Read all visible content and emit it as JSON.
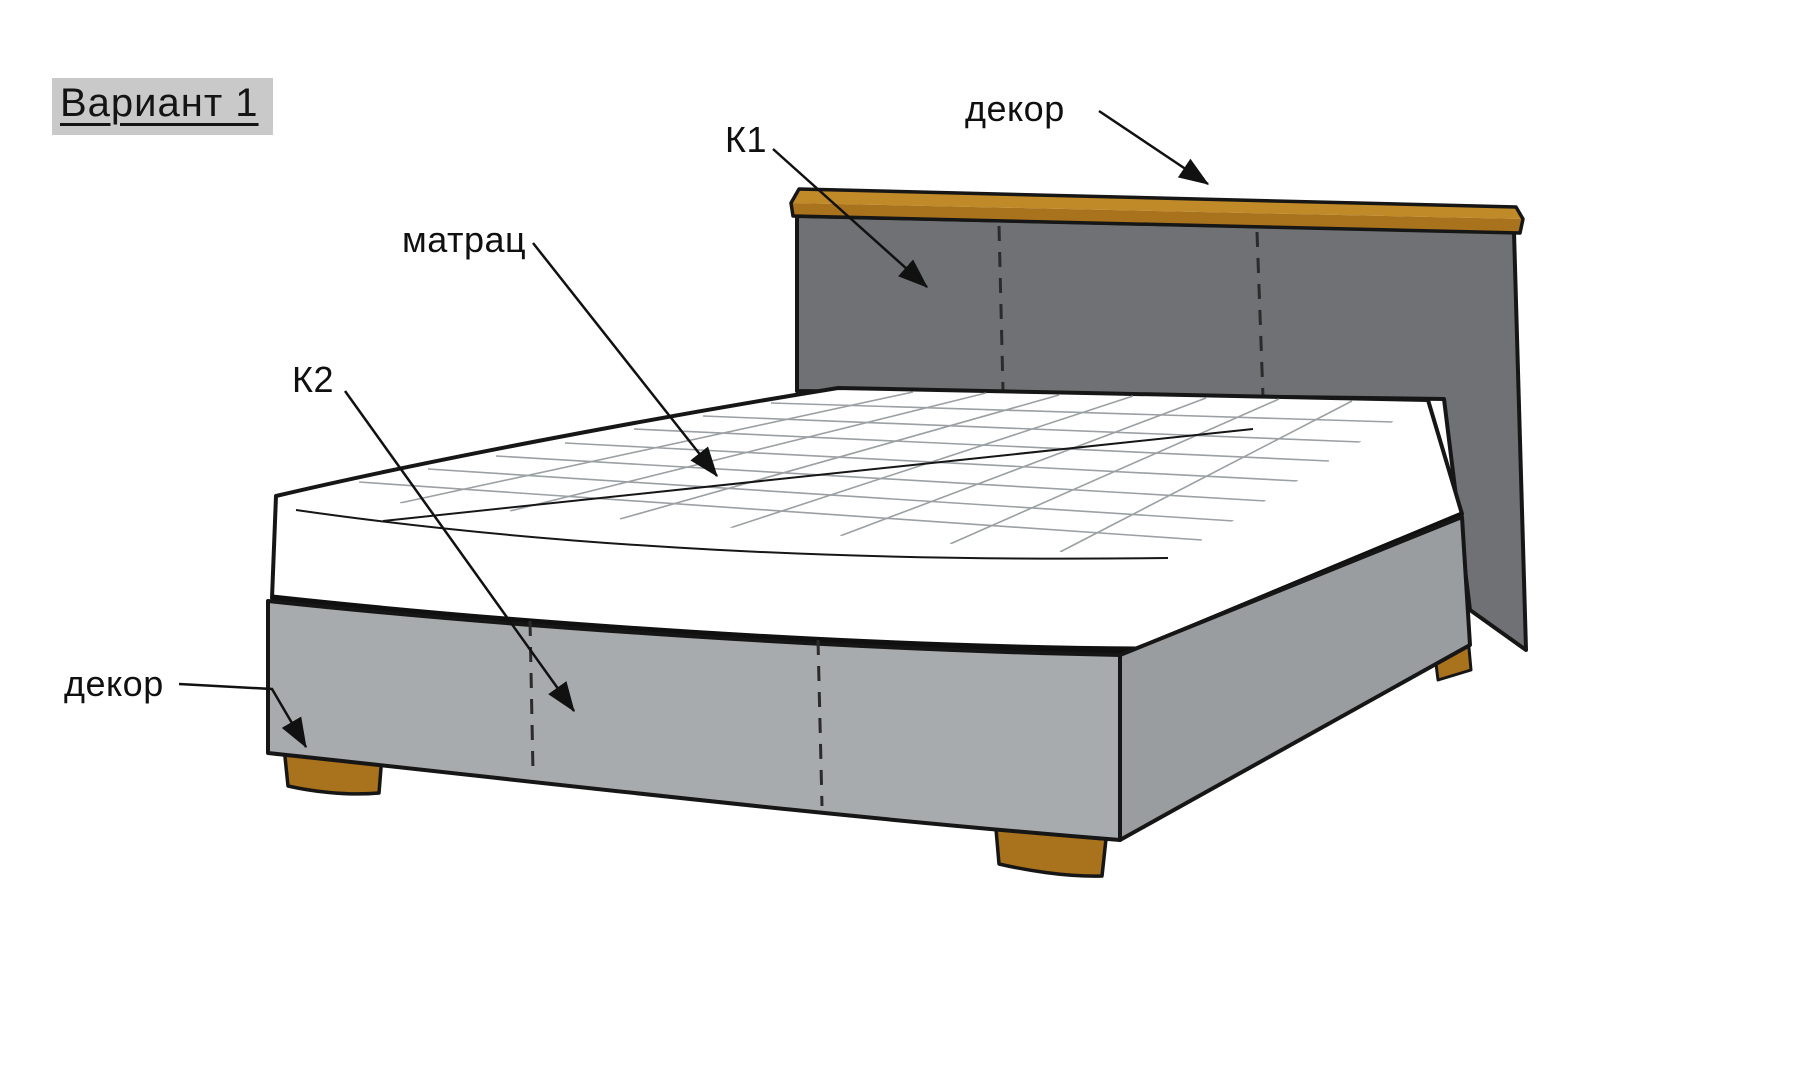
{
  "labels": {
    "title": "Вариант 1",
    "decor_top": "декор",
    "k1": "К1",
    "mattress": "матрац",
    "k2": "К2",
    "decor_bottom": "декор"
  },
  "diagram": {
    "type": "assembly-diagram",
    "subject": "upholstered bed, perspective view",
    "parts": [
      {
        "label": "декор",
        "target": "headboard-top-trim"
      },
      {
        "label": "К1",
        "target": "headboard-panel"
      },
      {
        "label": "матрац",
        "target": "mattress"
      },
      {
        "label": "К2",
        "target": "base-frame"
      },
      {
        "label": "декор",
        "target": "front-left-leg"
      }
    ]
  },
  "colors": {
    "outline": "#161616",
    "headboard": "#6f7174",
    "base_front": "#a8abad",
    "base_side": "#9a9da0",
    "wood": "#a9721c",
    "wood_top": "#c08a28",
    "mattress": "#ffffff",
    "quilt_line": "#9aa0a3",
    "title_bg": "#c9c9c9",
    "label_color": "#101010"
  }
}
